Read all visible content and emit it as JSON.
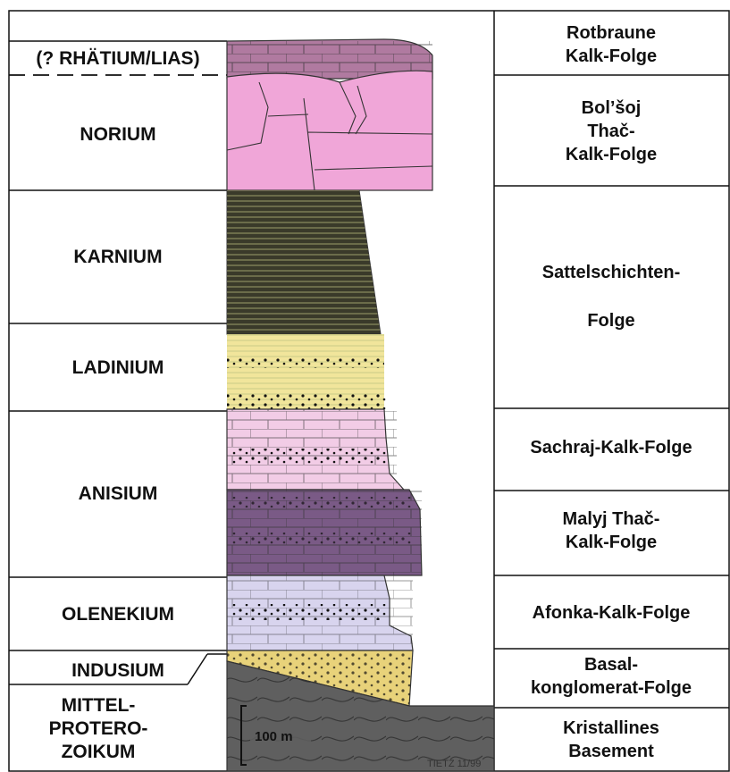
{
  "stages": {
    "rhaetium_lias": "(? RHÄTIUM/LIAS)",
    "norium": "NORIUM",
    "karnium": "KARNIUM",
    "ladinium": "LADINIUM",
    "anisium": "ANISIUM",
    "olenekium": "OLENEKIUM",
    "indusium": "INDUSIUM",
    "mittelproterozoikum": [
      "MITTEL-",
      "PROTERO-",
      "ZOIKUM"
    ]
  },
  "formations": {
    "rotbraune": [
      "Rotbraune",
      "Kalk-Folge"
    ],
    "bolsoj": [
      "Bol’šoj",
      "Thač-",
      "Kalk-Folge"
    ],
    "sattelschichten": [
      "Sattelschichten-",
      "Folge"
    ],
    "sachraj": [
      "Sachraj-Kalk-Folge"
    ],
    "malyj": [
      "Malyj Thač-",
      "Kalk-Folge"
    ],
    "afonka": [
      "Afonka-Kalk-Folge"
    ],
    "basal": [
      "Basal-",
      "konglomerat-Folge"
    ],
    "kristallines": [
      "Kristallines",
      "Basement"
    ]
  },
  "scale_bar": "100 m",
  "credit": "TIETZ 11/99",
  "colors": {
    "limestone_red_brown": "#b07aa0",
    "limestone_pink": "#f0a6d8",
    "shale_dark": "#3a3a2a",
    "sandstone_yellow": "#efe08a",
    "limestone_light_pink": "#f2cce6",
    "limestone_purple": "#7a5a86",
    "limestone_lavender": "#d8d4ee",
    "conglomerate_yellow": "#e8d27a",
    "basement_gray": "#5f5f5f"
  }
}
